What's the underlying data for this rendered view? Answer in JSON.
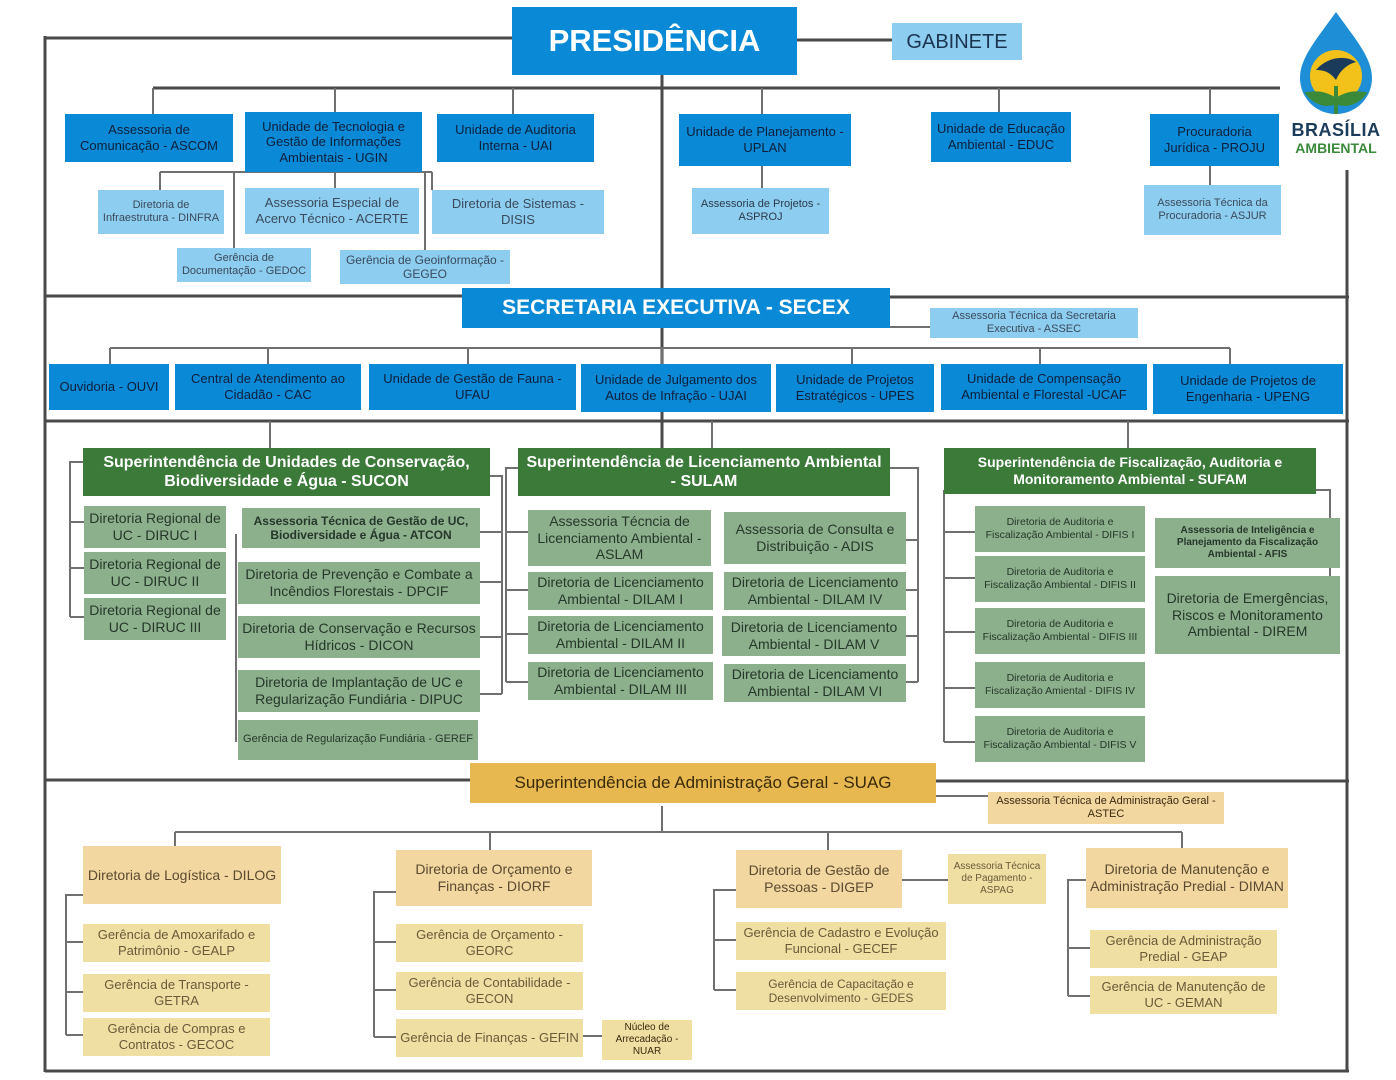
{
  "top": {
    "presidencia": "PRESIDÊNCIA",
    "gabinete": "GABINETE"
  },
  "logo": {
    "line1": "BRASÍLIA",
    "line2": "AMBIENTAL",
    "colors": {
      "navy": "#1b3b5a",
      "green": "#3a8a3a",
      "yellow": "#f2c21a",
      "blue": "#1e8fd6"
    }
  },
  "presidency_units": {
    "ascom": "Assessoria de Comunicação - ASCOM",
    "ugin": "Unidade de Tecnologia e Gestão de Informações Ambientais - UGIN",
    "uai": "Unidade de Auditoria Interna - UAI",
    "uplan": "Unidade de Planejamento - UPLAN",
    "educ": "Unidade de Educação Ambiental - EDUC",
    "proju": "Procuradoria Jurídica - PROJU",
    "dinfra": "Diretoria de Infraestrutura - DINFRA",
    "acerte": "Assessoria Especial de Acervo Técnico - ACERTE",
    "disis": "Diretoria de Sistemas - DISIS",
    "gedoc": "Gerência de Documentação - GEDOC",
    "gegeo": "Gerência de Geoinformação - GEGEO",
    "asproj": "Assessoria de Projetos - ASPROJ",
    "asjur": "Assessoria Técnica da Procuradoria - ASJUR"
  },
  "secex": {
    "title": "SECRETARIA EXECUTIVA - SECEX",
    "assec": "Assessoria Técnica da Secretaria Executiva - ASSEC",
    "ouvi": "Ouvidoria - OUVI",
    "cac": "Central de Atendimento ao Cidadão - CAC",
    "ufau": "Unidade de Gestão de Fauna - UFAU",
    "ujai": "Unidade de Julgamento dos Autos de Infração - UJAI",
    "upes": "Unidade de Projetos Estratégicos - UPES",
    "ucaf": "Unidade de Compensação Ambiental e Florestal -UCAF",
    "upeng": "Unidade de Projetos de Engenharia - UPENG"
  },
  "sucon": {
    "title": "Superintendência de Unidades de Conservação, Biodiversidade e Água - SUCON",
    "diruc1": "Diretoria Regional de UC - DIRUC I",
    "diruc2": "Diretoria Regional de UC - DIRUC II",
    "diruc3": "Diretoria Regional de UC - DIRUC III",
    "atcon": "Assessoria Técnica de Gestão de UC, Biodiversidade e Água - ATCON",
    "dpcif": "Diretoria de Prevenção e Combate a Incêndios Florestais - DPCIF",
    "dicon": "Diretoria de Conservação e Recursos Hídricos - DICON",
    "dipuc": "Diretoria de Implantação de UC e Regularização Fundiária - DIPUC",
    "geref": "Gerência de Regularização Fundiária - GEREF"
  },
  "sulam": {
    "title": "Superintendência de Licenciamento Ambiental - SULAM",
    "aslam": "Assessoria Técncia de Licenciamento Ambiental - ASLAM",
    "adis": "Assessoria de Consulta e Distribuição - ADIS",
    "dilam1": "Diretoria de Licenciamento Ambiental - DILAM I",
    "dilam2": "Diretoria de Licenciamento Ambiental - DILAM II",
    "dilam3": "Diretoria de Licenciamento Ambiental - DILAM III",
    "dilam4": "Diretoria de Licenciamento Ambiental - DILAM IV",
    "dilam5": "Diretoria de Licenciamento Ambiental - DILAM V",
    "dilam6": "Diretoria de Licenciamento Ambiental - DILAM VI"
  },
  "sufam": {
    "title": "Superintendência de Fiscalização, Auditoria e Monitoramento Ambiental - SUFAM",
    "difis1": "Diretoria de Auditoria e Fiscalização Ambiental - DIFIS I",
    "difis2": "Diretoria de Auditoria e Fiscalização Ambiental - DIFIS II",
    "difis3": "Diretoria de Auditoria e Fiscalização Ambiental - DIFIS III",
    "difis4": "Diretoria de Auditoria e Fiscalização Amiental - DIFIS IV",
    "difis5": "Diretoria de Auditoria e Fiscalização Ambiental - DIFIS V",
    "afis": "Assessoria de Inteligência e Planejamento da Fiscalização Ambiental - AFIS",
    "direm": "Diretoria de Emergências, Riscos e Monitoramento Ambiental - DIREM"
  },
  "suag": {
    "title": "Superintendência de Administração Geral - SUAG",
    "astec": "Assessoria Técnica de Administração Geral - ASTEC",
    "dilog": "Diretoria de Logística - DILOG",
    "gealp": "Gerência de Amoxarifado e Patrimônio - GEALP",
    "getra": "Gerência de Transporte - GETRA",
    "gecoc": "Gerência de Compras e Contratos - GECOC",
    "diorf": "Diretoria de Orçamento e Finanças - DIORF",
    "georc": "Gerência de Orçamento - GEORC",
    "gecon": "Gerência de Contabilidade - GECON",
    "gefin": "Gerência de Finanças - GEFIN",
    "nuar": "Núcleo de Arrecadação - NUAR",
    "digep": "Diretoria de Gestão de Pessoas - DIGEP",
    "aspag": "Assessoria Técnica de Pagamento - ASPAG",
    "gecef": "Gerência de Cadastro e Evolução Funcional - GECEF",
    "gedes": "Gerência de Capacitação e Desenvolvimento - GEDES",
    "diman": "Diretoria de Manutenção e Administração Predial - DIMAN",
    "geap": "Gerência de Administração Predial - GEAP",
    "geman": "Gerência de Manutenção de UC - GEMAN"
  }
}
